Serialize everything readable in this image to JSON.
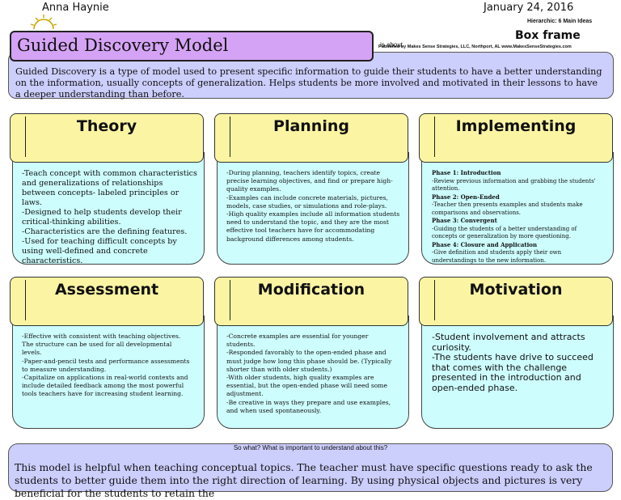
{
  "header": {
    "author": "Anna Haynie",
    "date": "January 24, 2016",
    "hierarchic": "Hierarchic: 6 Main Ideas",
    "frame_type": "Box frame",
    "is_about": "is about",
    "credit": "Published by Makes Sense Strategies, LLC, Northport, AL   www.MakesSenseStrategies.com"
  },
  "title": "Guided Discovery Model",
  "description": "Guided Discovery is a type of model used to present specific information to guide their students to have a better understanding on the information, usually concepts of generalization. Helps students be more involved and motivated in their lessons to have a deeper understanding than before.",
  "cards": [
    {
      "heading": "Theory",
      "body": "-Teach concept with common characteristics and generalizations of relationships between concepts- labeled principles or laws.\n-Designed to help students develop their critical-thinking abilities.\n-Characteristics are the defining features.\n-Used for teaching difficult concepts  by using well-defined and concrete characteristics."
    },
    {
      "heading": "Planning",
      "body": "-During planning, teachers identify topics, create precise learning objectives, and find or prepare high-quality examples.\n-Examples can include concrete materials, pictures, models, case studies, or simulations and role-plays.\n-High quality examples include all information students need to understand the topic, and they are the most effective tool teachers have for accommodating background differences among students."
    },
    {
      "heading": "Implementing",
      "phases": [
        {
          "title": "Phase 1: Introduction",
          "text": "-Review previous information and grabbing the students' attention."
        },
        {
          "title": "Phase 2: Open-Ended",
          "text": "-Teacher then presents examples and students make comparisons and observations."
        },
        {
          "title": "Phase 3: Convergent",
          "text": "-Guiding the students of a better understanding of concepts or generalization by more questioning."
        },
        {
          "title": "Phase 4: Closure and Application",
          "text": "-Give definition and students apply their own understandings to the new information."
        }
      ]
    },
    {
      "heading": "Assessment",
      "body": "-Effective with consistent with teaching objectives. The structure can be used for all developmental levels.\n-Paper-and-pencil tests and performance assessments to measure understanding.\n-Capitalize on applications in real-world contexts and include detailed feedback among the most powerful tools teachers have for increasing student learning."
    },
    {
      "heading": "Modification",
      "body": "-Concrete examples are essential for younger students.\n-Responded favorably to the open-ended phase and must judge how long this phase should be. (Typically shorter than with older students.)\n-With older students, high quality examples are essential, but the open-ended phase will need some adjustment.\n-Be creative in ways they prepare and use examples, and when used spontaneously."
    },
    {
      "heading": "Motivation",
      "body": "-Student involvement and attracts curiosity.\n-The students have drive to succeed that comes with the challenge presented in the introduction and open-ended phase."
    }
  ],
  "so_what": {
    "question": "So what? What is important to understand about this?",
    "text": "This model is helpful when teaching conceptual topics. The teacher must have specific questions ready to ask the students to better guide them into the right direction of learning. By using physical objects and pictures is very beneficial for the students to retain the"
  }
}
